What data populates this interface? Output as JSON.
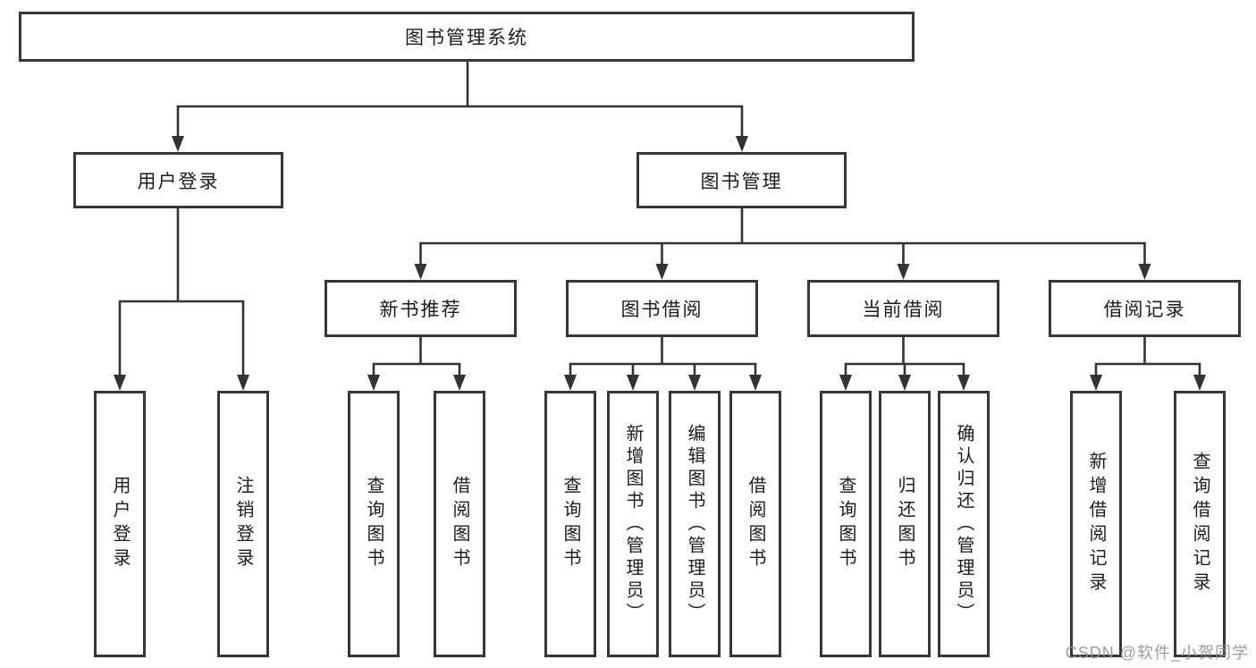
{
  "diagram": {
    "root": {
      "label": "图书管理系统"
    },
    "level2": [
      {
        "id": "user-login",
        "label": "用户登录"
      },
      {
        "id": "book-management",
        "label": "图书管理"
      }
    ],
    "level3": [
      {
        "id": "new-book-recommend",
        "label": "新书推荐"
      },
      {
        "id": "book-borrowing",
        "label": "图书借阅"
      },
      {
        "id": "current-borrowing",
        "label": "当前借阅"
      },
      {
        "id": "borrowing-records",
        "label": "借阅记录"
      }
    ],
    "leaves": [
      {
        "id": "user-login-leaf",
        "label": "用户登录",
        "parent": "用户登录"
      },
      {
        "id": "logout",
        "label": "注销登录",
        "parent": "用户登录"
      },
      {
        "id": "query-books-rec",
        "label": "查询图书",
        "parent": "新书推荐"
      },
      {
        "id": "borrow-books-rec",
        "label": "借阅图书",
        "parent": "新书推荐"
      },
      {
        "id": "query-books-borrow",
        "label": "查询图书",
        "parent": "图书借阅"
      },
      {
        "id": "add-book-admin",
        "label": "新增图书（管理员）",
        "parent": "图书借阅"
      },
      {
        "id": "edit-book-admin",
        "label": "编辑图书（管理员）",
        "parent": "图书借阅"
      },
      {
        "id": "borrow-books-borrow",
        "label": "借阅图书",
        "parent": "图书借阅"
      },
      {
        "id": "query-books-current",
        "label": "查询图书",
        "parent": "当前借阅"
      },
      {
        "id": "return-book",
        "label": "归还图书",
        "parent": "当前借阅"
      },
      {
        "id": "confirm-return-admin",
        "label": "确认归还（管理员）",
        "parent": "当前借阅"
      },
      {
        "id": "add-borrow-record",
        "label": "新增借阅记录",
        "parent": "借阅记录"
      },
      {
        "id": "query-borrow-record",
        "label": "查询借阅记录",
        "parent": "借阅记录"
      }
    ],
    "watermark": "CSDN @软件_小贺同学",
    "colors": {
      "line": "#333333",
      "box_border": "#373737",
      "text": "#1c1c1c",
      "watermark": "#949494",
      "background": "#ffffff"
    }
  }
}
